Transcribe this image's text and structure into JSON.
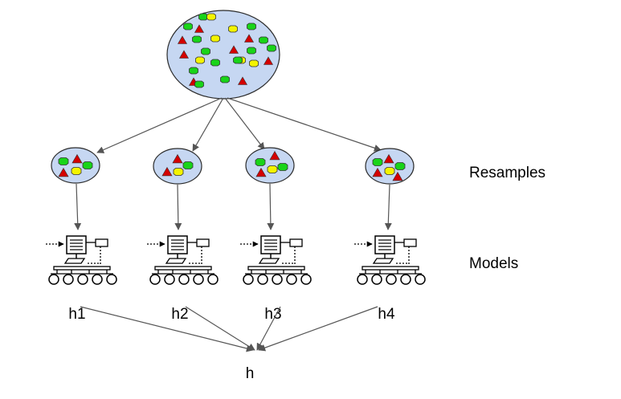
{
  "labels": {
    "resamples": "Resamples",
    "models": "Models",
    "final": "h"
  },
  "hypotheses": [
    "h1",
    "h2",
    "h3",
    "h4"
  ],
  "colors": {
    "blob_fill": "#c6d7f2",
    "blob_stroke": "#2b2b2b",
    "octagon_green": "#19d419",
    "octagon_yellow": "#f4f400",
    "triangle_red": "#d40000",
    "arrow": "#555555"
  },
  "icons": {
    "population_item_shapes": [
      "green-octagon",
      "yellow-octagon",
      "red-triangle"
    ],
    "model": "computer-robot-icon"
  }
}
